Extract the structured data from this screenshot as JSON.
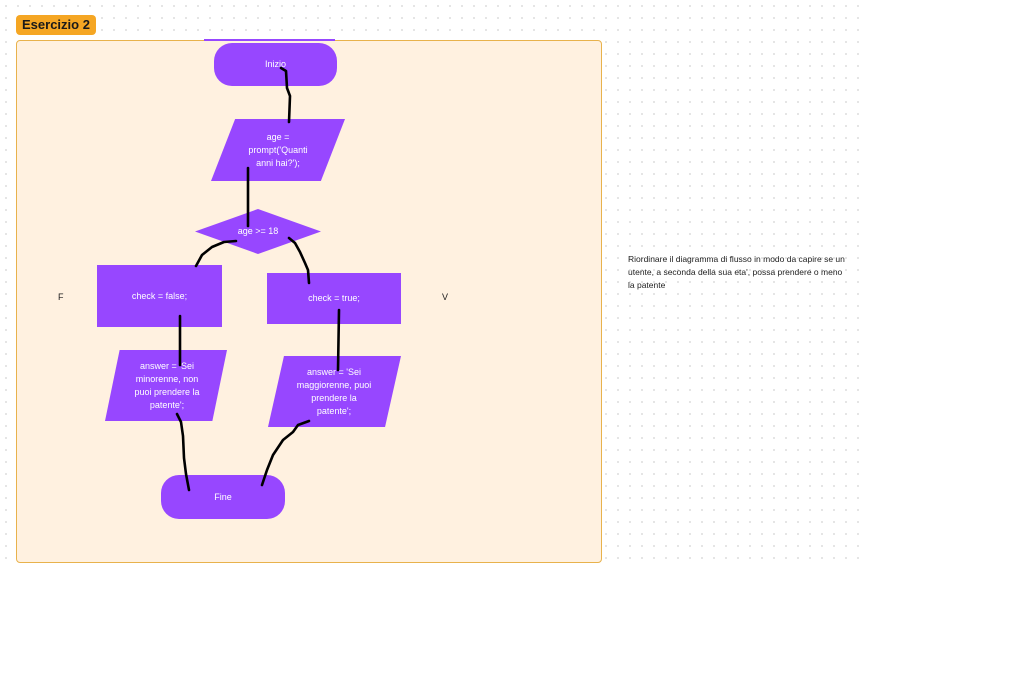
{
  "badge": {
    "title": "Esercizio 2"
  },
  "flowchart": {
    "start": "Inizio",
    "input": "age = prompt('Quanti anni hai?');",
    "condition": "age >= 18",
    "false_branch": {
      "assign": "check = false;",
      "answer": "answer = 'Sei minorenne, non puoi prendere la patente';"
    },
    "true_branch": {
      "assign": "check = true;",
      "answer": "answer = 'Sei maggiorenne, puoi prendere la patente';"
    },
    "end": "Fine",
    "false_label": "F",
    "true_label": "V"
  },
  "instructions": "Riordinare il diagramma di flusso in modo da capire se un utente, a seconda della sua eta', possa prendere o meno la patente",
  "colors": {
    "node": "#9747ff",
    "frame_bg": "#fff1e0",
    "frame_border": "#e8b24c",
    "badge": "#f5a623",
    "ink": "#000000"
  }
}
